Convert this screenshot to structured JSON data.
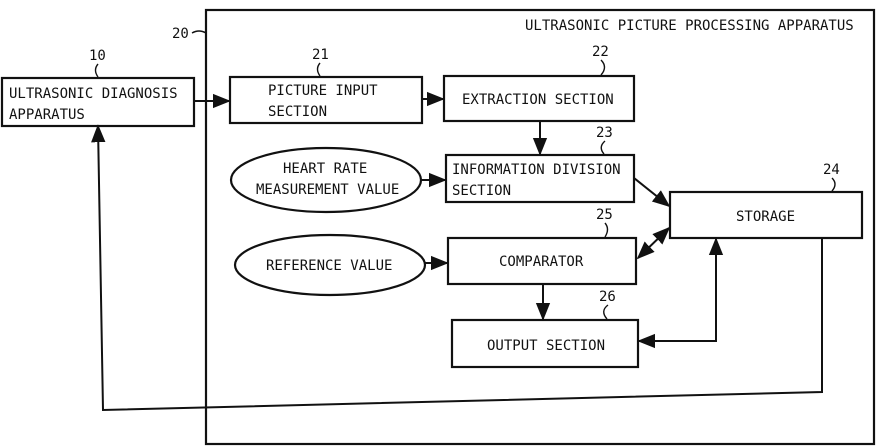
{
  "apparatus_title": "ULTRASONIC PICTURE PROCESSING APPARATUS",
  "labels": {
    "ref_10": "10",
    "ref_20": "20",
    "ref_21": "21",
    "ref_22": "22",
    "ref_23": "23",
    "ref_24": "24",
    "ref_25": "25",
    "ref_26": "26"
  },
  "blocks": {
    "ultrasonic_diagnosis": {
      "line1": "ULTRASONIC DIAGNOSIS",
      "line2": "APPARATUS"
    },
    "picture_input": {
      "line1": "PICTURE INPUT",
      "line2": "SECTION"
    },
    "extraction": {
      "line1": "EXTRACTION SECTION"
    },
    "information_division": {
      "line1": "INFORMATION DIVISION",
      "line2": "SECTION"
    },
    "storage": {
      "line1": "STORAGE"
    },
    "comparator": {
      "line1": "COMPARATOR"
    },
    "output": {
      "line1": "OUTPUT SECTION"
    },
    "heart_rate": {
      "line1": "HEART RATE",
      "line2": "MEASUREMENT VALUE"
    },
    "reference_value": {
      "line1": "REFERENCE VALUE"
    }
  },
  "colors": {
    "ink": "#111111",
    "paper": "#ffffff"
  }
}
